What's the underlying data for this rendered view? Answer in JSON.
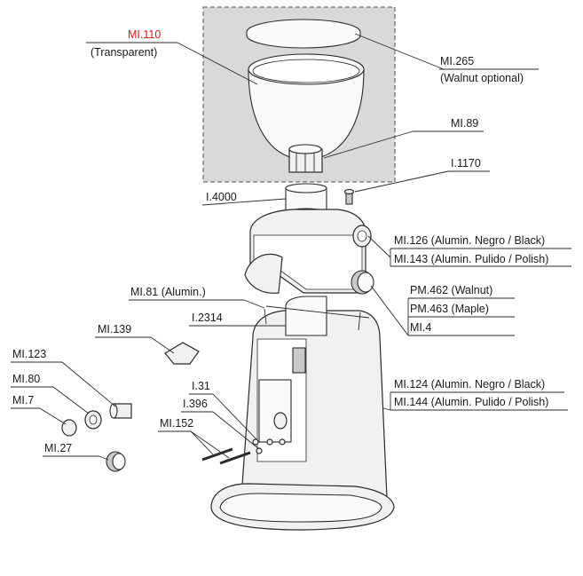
{
  "labels": {
    "ml110": "MI.110",
    "ml110_sub": "(Transparent)",
    "ml265": "MI.265",
    "ml265_sub": "(Walnut optional)",
    "ml89": "MI.89",
    "i1170": "I.1170",
    "i4000": "I.4000",
    "ml126": "MI.126 (Alumin. Negro / Black)",
    "ml143": "MI.143 (Alumin. Pulido / Polish)",
    "ml81": "MI.81 (Alumin.)",
    "pm462": "PM.462 (Walnut)",
    "pm463": "PM.463 (Maple)",
    "ml4": "MI.4",
    "i2314": "I.2314",
    "ml139": "MI.139",
    "ml123": "MI.123",
    "ml80": "MI.80",
    "ml7": "MI.7",
    "i31": "I.31",
    "i396": "I.396",
    "ml152": "MI.152",
    "ml124": "MI.124 (Alumin. Negro / Black)",
    "ml144": "MI.144 (Alumin. Pulido / Polish)",
    "ml27": "MI.27"
  },
  "colors": {
    "highlight_label": "#d11a1a",
    "hopper_box_fill": "#d9d9d9"
  }
}
